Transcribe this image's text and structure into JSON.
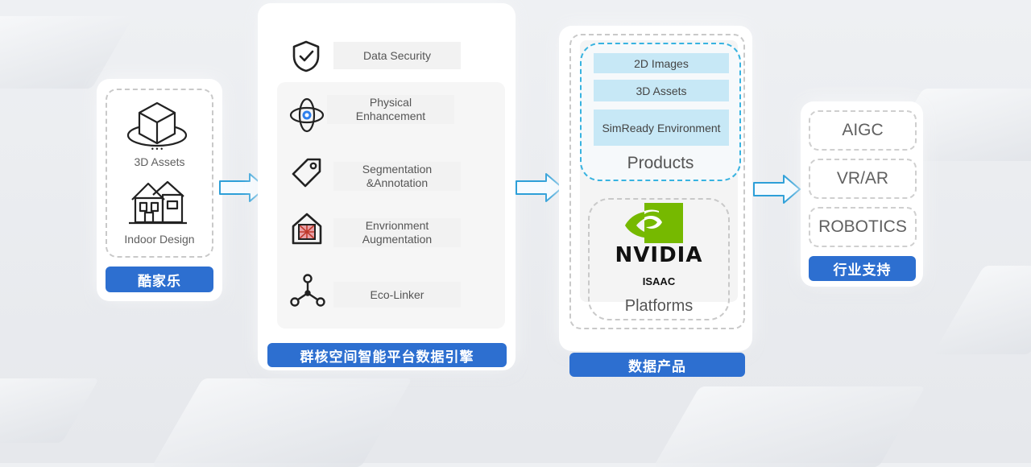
{
  "source": {
    "items": [
      {
        "label": "3D Assets",
        "icon": "3d-cube-icon"
      },
      {
        "label": "Indoor Design",
        "icon": "house-icon"
      }
    ],
    "title": "酷家乐"
  },
  "engine": {
    "features": [
      {
        "label": "Data Security",
        "icon": "shield-check-icon"
      },
      {
        "label": "Physical\nEnhancement",
        "icon": "atom-eye-icon"
      },
      {
        "label": "Segmentation\n&Annotation",
        "icon": "tag-icon"
      },
      {
        "label": "Envrionment\nAugmentation",
        "icon": "house-grid-icon"
      },
      {
        "label": "Eco-Linker",
        "icon": "network-nodes-icon"
      }
    ],
    "title": "群核空间智能平台数据引擎"
  },
  "products": {
    "items": [
      "2D Images",
      "3D Assets",
      "SimReady Environment"
    ],
    "group_label": "Products",
    "platform": {
      "brand": "NVIDIA",
      "sub": "ISAAC",
      "group_label": "Platforms"
    },
    "title": "数据产品",
    "colors": {
      "item_bg": "#c7e8f6",
      "dashed_blue": "#38b3e0",
      "nvidia_green": "#76b900"
    }
  },
  "industry": {
    "items": [
      "AIGC",
      "VR/AR",
      "ROBOTICS"
    ],
    "title": "行业支持"
  },
  "colors": {
    "accent": "#2d6fd0",
    "arrow": "#2d9fd8"
  }
}
